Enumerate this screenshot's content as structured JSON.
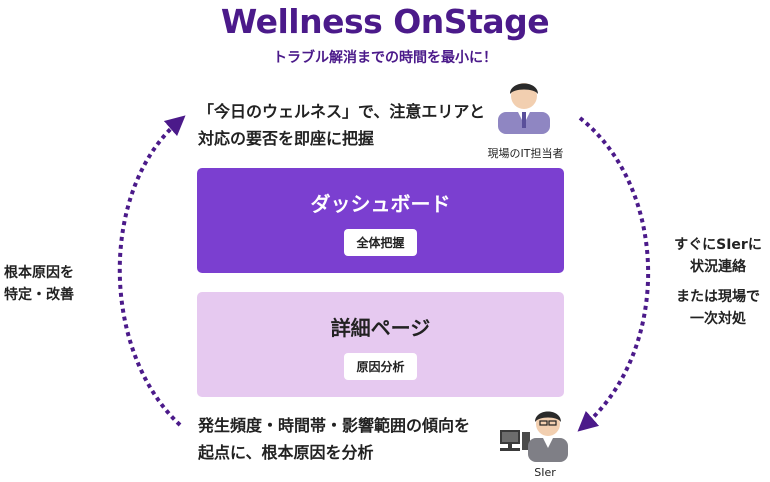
{
  "header": {
    "title": "Wellness OnStage",
    "subtitle": "トラブル解消までの時間を最小に！"
  },
  "top_caption": {
    "line1": "「今日のウェルネス」で、注意エリアと",
    "line2": "対応の要否を即座に把握"
  },
  "dashboard": {
    "title": "ダッシュボード",
    "tag": "全体把握",
    "color": "#7b3fd0"
  },
  "detail": {
    "title": "詳細ページ",
    "tag": "原因分析",
    "color": "#e6c9f0"
  },
  "bottom_caption": {
    "line1": "発生頻度・時間帯・影響範囲の傾向を",
    "line2": "起点に、根本原因を分析"
  },
  "left_label": {
    "line1": "根本原因を",
    "line2": "特定・改善"
  },
  "right_label": {
    "line1": "すぐにSIerに",
    "line2": "状況連絡",
    "line3": "または現場で",
    "line4": "一次対処"
  },
  "it_person": {
    "label": "現場のIT担当者"
  },
  "sier_person": {
    "label": "SIer"
  },
  "colors": {
    "brand": "#4b1a8a",
    "arrow": "#4b1a8a"
  }
}
